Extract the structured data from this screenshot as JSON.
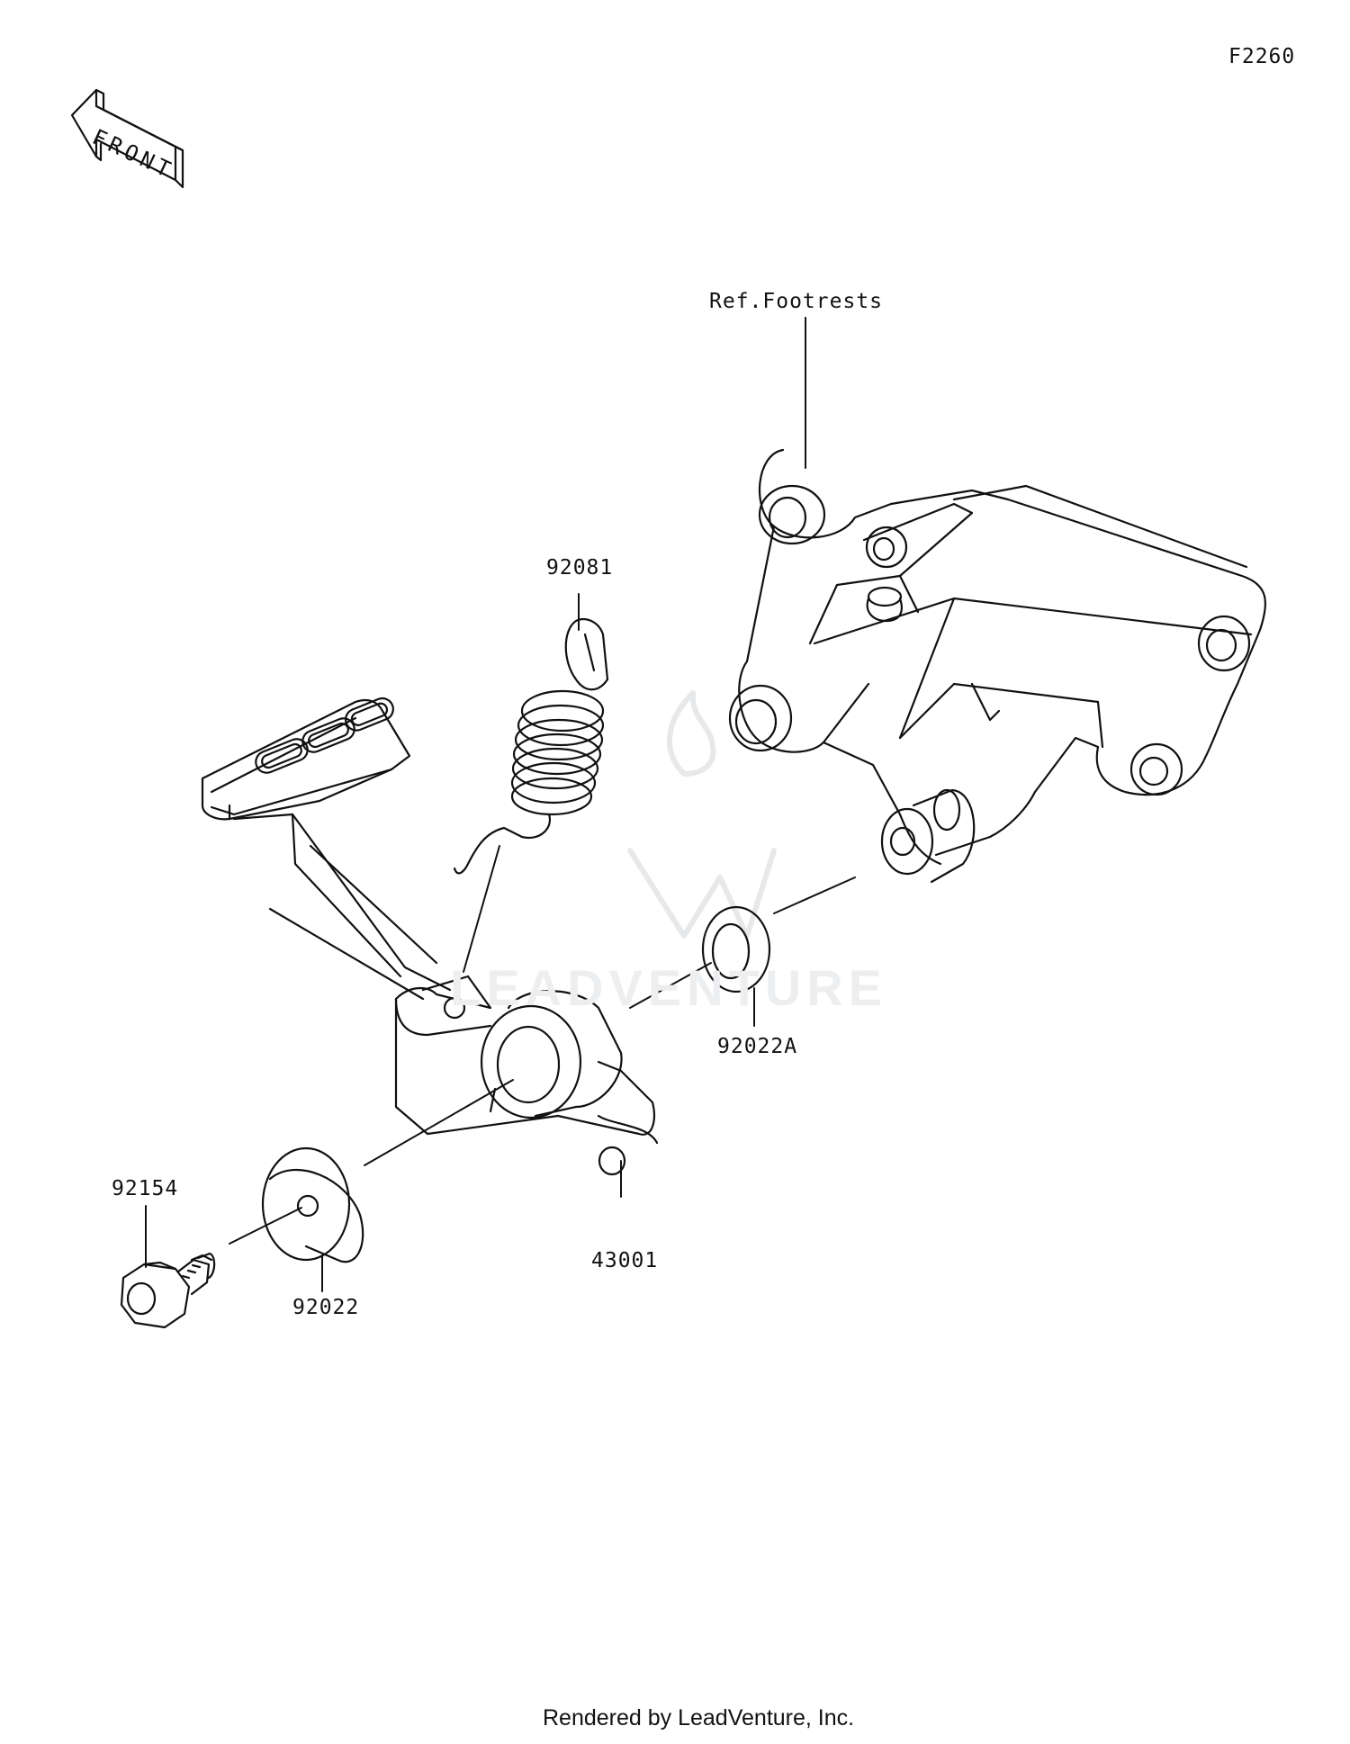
{
  "figure_code": "F2260",
  "front_indicator": {
    "text": "FRONT",
    "icon": "front-arrow-icon"
  },
  "watermark": {
    "text": "LEADVENTURE",
    "icon": "leadventure-flame-logo"
  },
  "callouts": {
    "ref_footrests": "Ref.Footrests",
    "spring": "92081",
    "washer_a": "92022A",
    "washer": "92022",
    "bolt": "92154",
    "pedal": "43001"
  },
  "footer": "Rendered by LeadVenture, Inc."
}
